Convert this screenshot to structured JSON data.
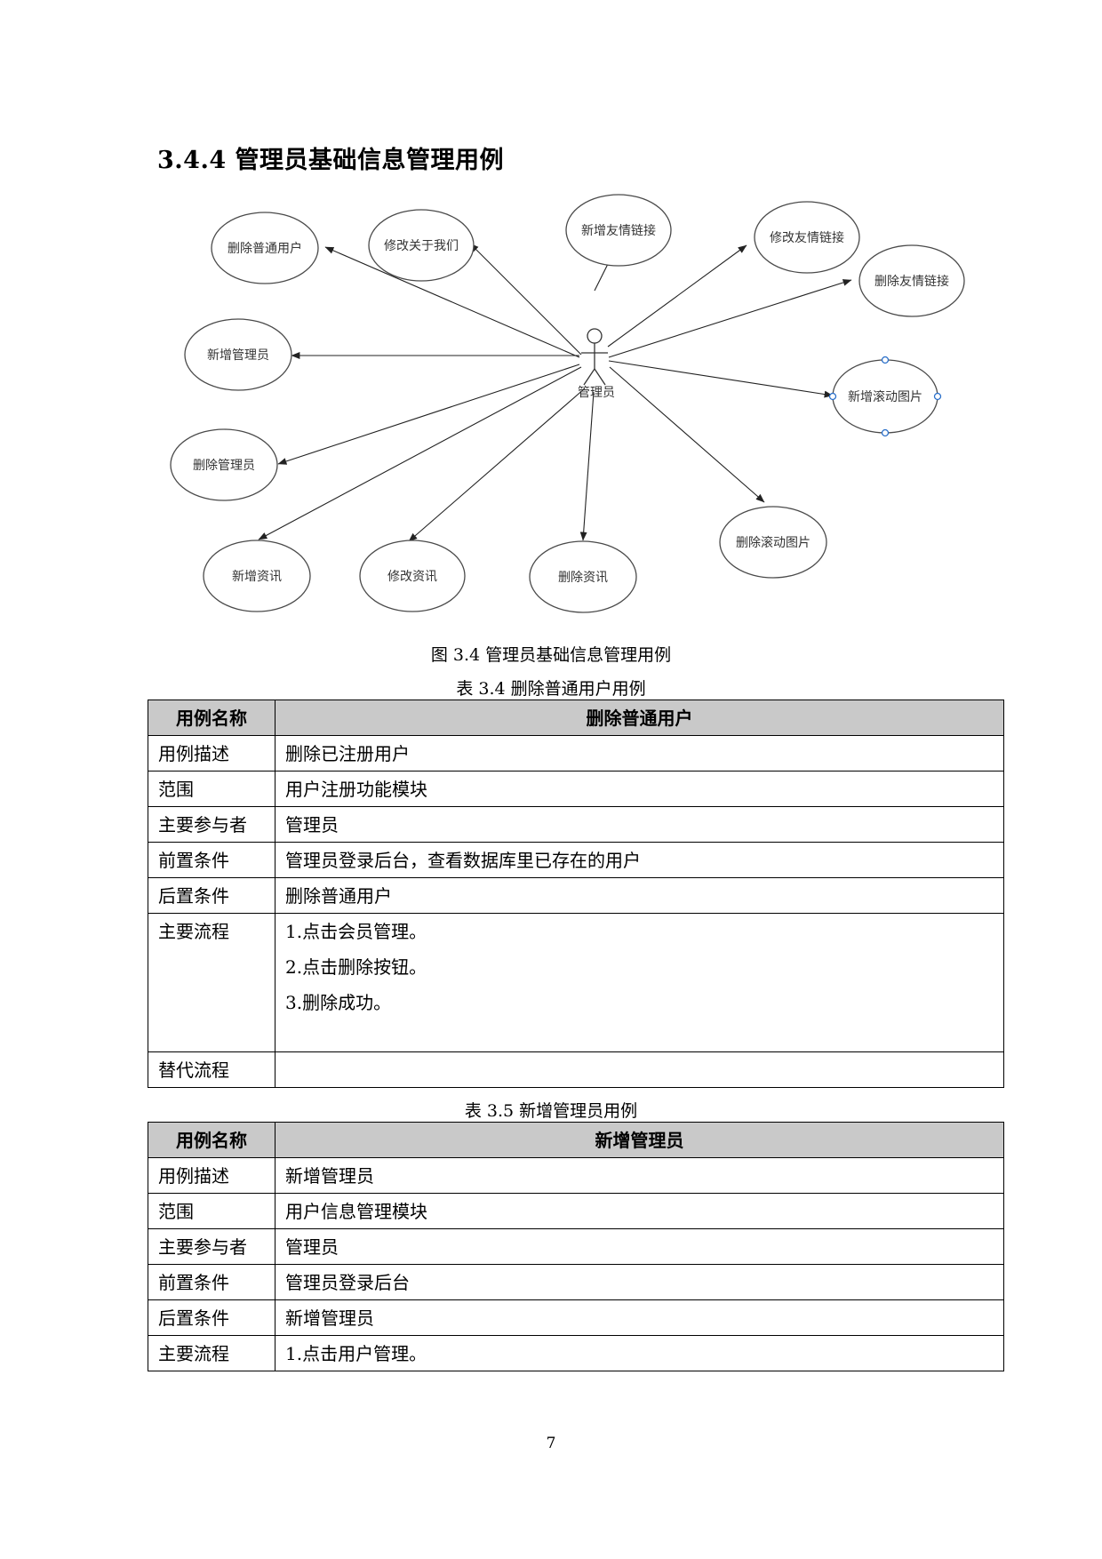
{
  "section_title": "3.4.4 管理员基础信息管理用例",
  "diagram": {
    "actor": "管理员",
    "use_cases": {
      "delete_user": "删除普通用户",
      "edit_about": "修改关于我们",
      "add_link": "新增友情链接",
      "edit_link": "修改友情链接",
      "delete_link": "删除友情链接",
      "add_admin": "新增管理员",
      "add_banner": "新增滚动图片",
      "delete_admin": "删除管理员",
      "delete_banner": "删除滚动图片",
      "add_news": "新增资讯",
      "edit_news": "修改资讯",
      "delete_news": "删除资讯"
    }
  },
  "figure_caption": "图 3.4 管理员基础信息管理用例",
  "table1": {
    "caption": "表 3.4 删除普通用户用例",
    "header": [
      "用例名称",
      "删除普通用户"
    ],
    "rows": [
      [
        "用例描述",
        "删除已注册用户"
      ],
      [
        "范围",
        "用户注册功能模块"
      ],
      [
        "主要参与者",
        "管理员"
      ],
      [
        "前置条件",
        "管理员登录后台，查看数据库里已存在的用户"
      ],
      [
        "后置条件",
        "删除普通用户"
      ]
    ],
    "flow_label": "主要流程",
    "flow_steps": [
      "1.点击会员管理。",
      "2.点击删除按钮。",
      "3.删除成功。"
    ],
    "alt_label": "替代流程",
    "alt_value": ""
  },
  "table2": {
    "caption": "表 3.5 新增管理员用例",
    "header": [
      "用例名称",
      "新增管理员"
    ],
    "rows": [
      [
        "用例描述",
        "新增管理员"
      ],
      [
        "范围",
        "用户信息管理模块"
      ],
      [
        "主要参与者",
        "管理员"
      ],
      [
        "前置条件",
        "管理员登录后台"
      ],
      [
        "后置条件",
        "新增管理员"
      ],
      [
        "主要流程",
        "1.点击用户管理。"
      ]
    ]
  },
  "page_number": "7"
}
